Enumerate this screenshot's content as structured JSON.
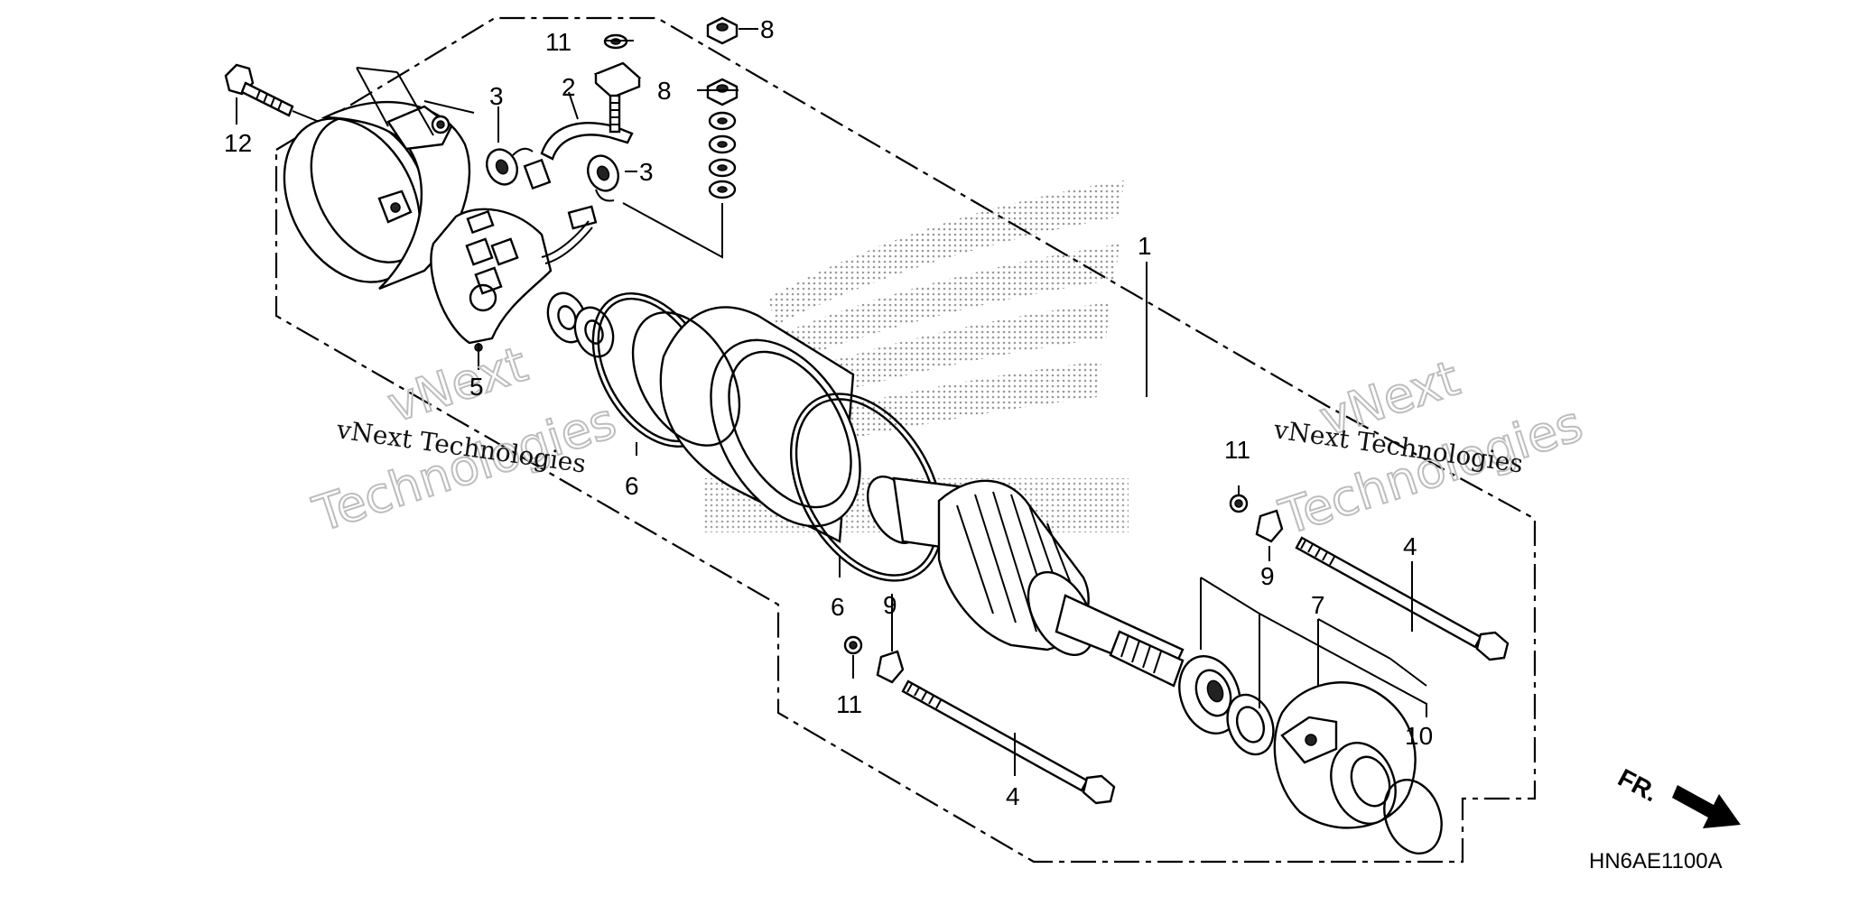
{
  "callouts": [
    {
      "id": "c1",
      "text": "1"
    },
    {
      "id": "c2",
      "text": "2"
    },
    {
      "id": "c3a",
      "text": "3"
    },
    {
      "id": "c3b",
      "text": "3"
    },
    {
      "id": "c4a",
      "text": "4"
    },
    {
      "id": "c4b",
      "text": "4"
    },
    {
      "id": "c5",
      "text": "5"
    },
    {
      "id": "c6a",
      "text": "6"
    },
    {
      "id": "c6b",
      "text": "6"
    },
    {
      "id": "c7",
      "text": "7"
    },
    {
      "id": "c8a",
      "text": "8"
    },
    {
      "id": "c8b",
      "text": "8"
    },
    {
      "id": "c9a",
      "text": "9"
    },
    {
      "id": "c9b",
      "text": "9"
    },
    {
      "id": "c10",
      "text": "10"
    },
    {
      "id": "c11a",
      "text": "11"
    },
    {
      "id": "c11b",
      "text": "11"
    },
    {
      "id": "c11c",
      "text": "11"
    },
    {
      "id": "c12",
      "text": "12"
    }
  ],
  "watermarks": {
    "left_small": "vNext Technologies",
    "left_big_1": "vNext",
    "left_big_2": "Technologies",
    "right_small": "vNext Technologies",
    "right_big_1": "vNext",
    "right_big_2": "Technologies"
  },
  "direction_label": "FR.",
  "diagram_code": "HN6AE1100A",
  "colors": {
    "line": "#000000",
    "watermark_outline": "#bdbdbd",
    "dots": "#9a9a9a"
  }
}
